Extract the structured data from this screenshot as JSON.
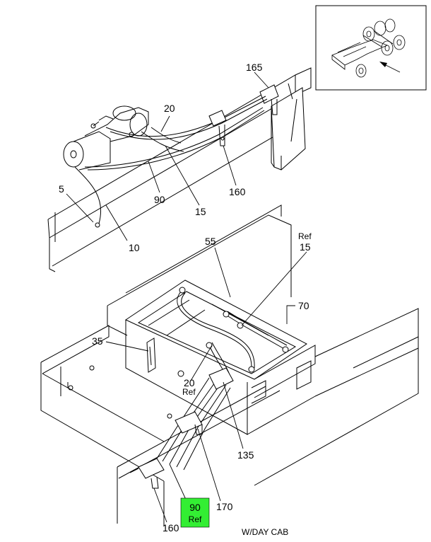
{
  "callouts": {
    "c165": "165",
    "c20_top": "20",
    "c5": "5",
    "c90_top": "90",
    "c15_top": "15",
    "c160_top": "160",
    "c10": "10",
    "c55": "55",
    "ref_top": "Ref",
    "c15_ref": "15",
    "c70": "70",
    "c35": "35",
    "c20_mid": "20",
    "ref_mid": "Ref",
    "c135": "135",
    "c170": "170",
    "c160_bottom": "160"
  },
  "highlight": {
    "number": "90",
    "ref": "Ref",
    "color": "#33ee33"
  },
  "caption": "W/DAY CAB"
}
